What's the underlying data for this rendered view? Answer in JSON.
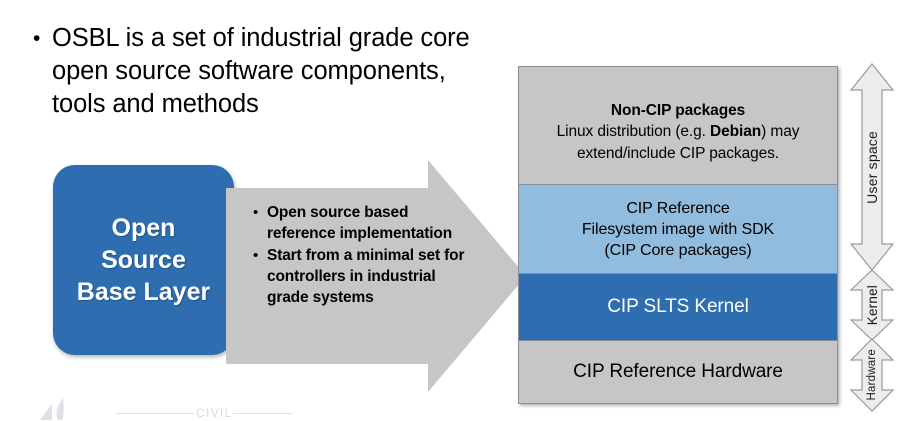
{
  "intro": {
    "bullet_marker": "•",
    "text": "OSBL is a set of industrial grade core open source software components, tools and methods"
  },
  "osbl_box": {
    "label": "Open\nSource\nBase Layer",
    "label_line1": "Open",
    "label_line2": "Source",
    "label_line3": "Base Layer",
    "fill_color": "#2E6DB0",
    "text_color": "#FFFFFF"
  },
  "transition_arrow": {
    "fill_color": "#C6C6C6",
    "direction": "right",
    "bullet_marker": "•",
    "bullets": [
      "Open source based reference implementation",
      "Start from a minimal set for controllers in industrial grade systems"
    ]
  },
  "cip_stack": {
    "border_color": "#8A8F96",
    "layers": [
      {
        "name": "non-cip-packages",
        "title": "Non-CIP packages",
        "desc_before": "Linux  distribution (e.g. ",
        "desc_bold": "Debian",
        "desc_after": ") may extend/include CIP packages.",
        "fill_color": "#C6C6C6",
        "text_color": "#000000"
      },
      {
        "name": "cip-reference-filesystem",
        "line1": "CIP Reference",
        "line2": "Filesystem image with SDK",
        "line3": "(CIP Core packages)",
        "fill_color": "#92BCDE",
        "text_color": "#000000"
      },
      {
        "name": "cip-slts-kernel",
        "title": "CIP SLTS Kernel",
        "fill_color": "#2E6DB0",
        "text_color": "#FFFFFF"
      },
      {
        "name": "cip-reference-hardware",
        "title": "CIP Reference Hardware",
        "fill_color": "#C6C6C6",
        "text_color": "#000000"
      }
    ]
  },
  "scope_arrows": [
    {
      "name": "user-space",
      "label": "User space"
    },
    {
      "name": "kernel",
      "label": "Kernel"
    },
    {
      "name": "hardware",
      "label": "Hardware"
    }
  ],
  "footer_logo": {
    "word": "CIVIL",
    "color": "#B9BDCC"
  }
}
